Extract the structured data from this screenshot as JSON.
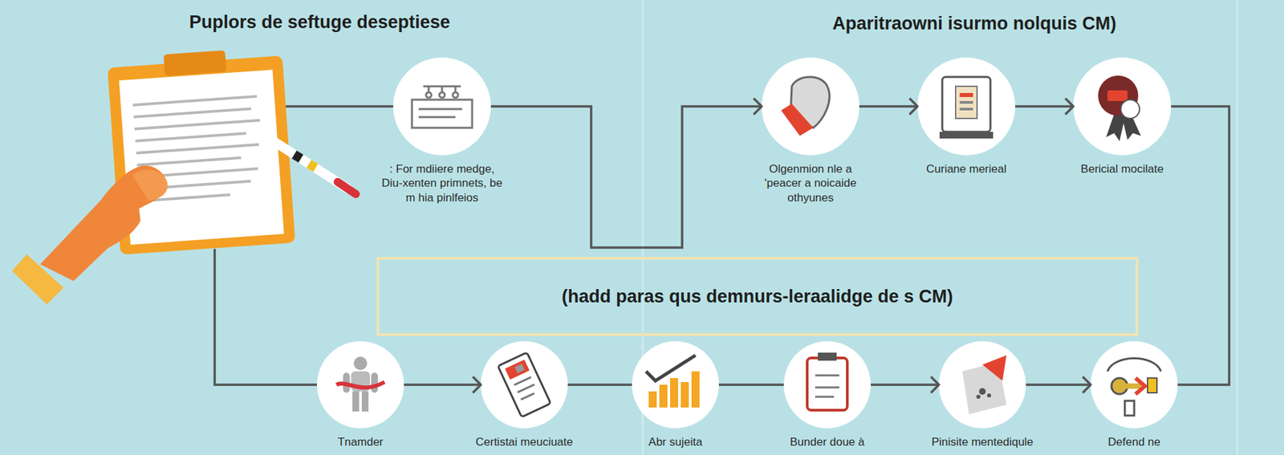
{
  "diagram": {
    "title": "Puplors de seftuge deseptiese",
    "nodes": [
      {
        "text": [
          ": For mdiiere medge, Diu-xenten primnets, be m hia pinlfeios"
        ]
      },
      {
        "text": [
          "Olgenmion nle a 'peacer a noicaide othyunes"
        ]
      },
      {
        "text": [
          "Curiane merieal"
        ]
      },
      {
        "text": [
          "Bericial mocilate"
        ]
      },
      {
        "text": [
          "(hadd paras qus demnurs-leraalidge de s CM)"
        ]
      },
      {
        "text": [
          "Tnamder"
        ]
      },
      {
        "text": [
          "Certistai meuciuate"
        ]
      },
      {
        "text": [
          "Abr sujeita"
        ]
      },
      {
        "text": [
          "Bunder doue à"
        ]
      },
      {
        "text": [
          "Pinisite mentediqule"
        ]
      },
      {
        "text": [
          "Defend ne"
        ]
      }
    ],
    "edges": [
      {
        "from": 0,
        "to": 1,
        "arrow": "to"
      },
      {
        "from": 1,
        "to": 2,
        "arrow": "to"
      },
      {
        "from": 2,
        "to": 3,
        "arrow": "to"
      },
      {
        "from": 3,
        "to": 10,
        "arrow": "none"
      },
      {
        "from": 5,
        "to": 6,
        "arrow": "to"
      },
      {
        "from": 6,
        "to": 7,
        "arrow": "none"
      },
      {
        "from": 7,
        "to": 8,
        "arrow": "none"
      },
      {
        "from": 8,
        "to": 9,
        "arrow": "to"
      },
      {
        "from": 9,
        "to": 10,
        "arrow": "to"
      }
    ],
    "labels": [
      "Aparitraowni isurmo nolquis CM)"
    ]
  }
}
